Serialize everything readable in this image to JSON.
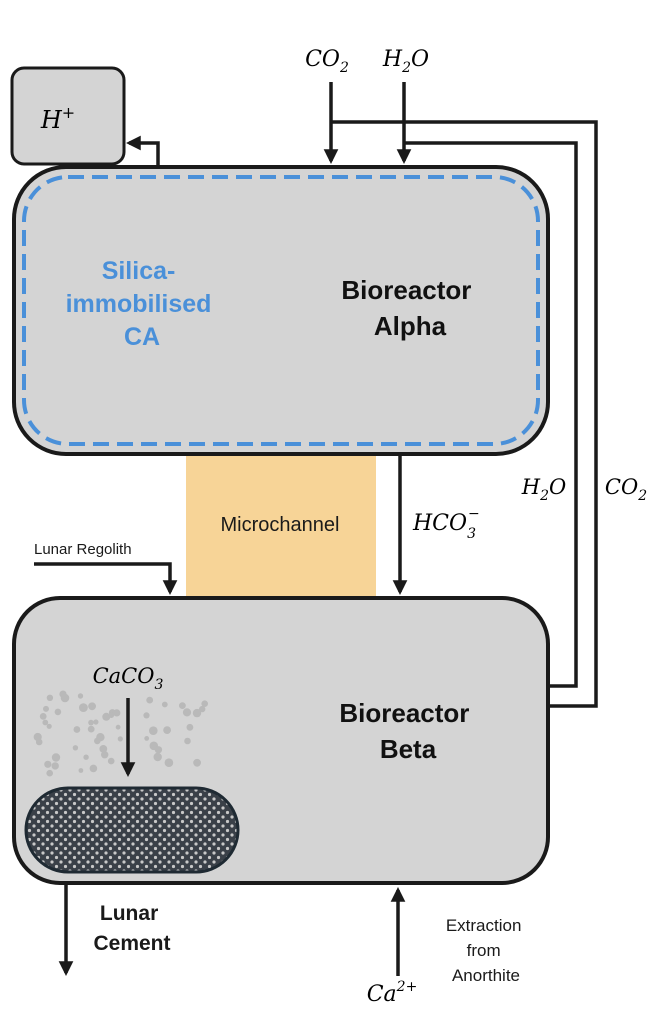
{
  "colors": {
    "reactor_fill": "#d4d4d4",
    "outline": "#1a1a1a",
    "immobilised_layer": "#4a90d9",
    "microchannel": "#f7d497",
    "cement_fill": "#3a4048",
    "particles": "#b9b9b9"
  },
  "nodes": {
    "hplus_box": {
      "label_main": "H",
      "label_sup": "+"
    },
    "bioreactor_alpha": {
      "line1": "Bioreactor",
      "line2": "Alpha"
    },
    "silica_ca": {
      "line1": "Silica-",
      "line2": "immobilised",
      "line3": "CA"
    },
    "microchannel": {
      "label": "Microchannel"
    },
    "bioreactor_beta": {
      "line1": "Bioreactor",
      "line2": "Beta"
    },
    "cement_deposit": {
      "icon": "packed-particles-icon"
    }
  },
  "inputs": {
    "co2_top": {
      "main": "CO",
      "sub": "2"
    },
    "h2o_top": {
      "main": "H",
      "sub": "2",
      "rest": "O"
    },
    "lunar_regolith": {
      "label": "Lunar Regolith"
    },
    "ca2plus": {
      "main": "Ca",
      "sup": "2+"
    },
    "extraction": {
      "line1": "Extraction",
      "line2": "from",
      "line3": "Anorthite"
    }
  },
  "flows": {
    "hco3": {
      "main": "HCO",
      "sub": "3",
      "sup": "−"
    },
    "caco3": {
      "main": "CaCO",
      "sub": "3"
    },
    "h2o_return": {
      "main": "H",
      "sub": "2",
      "rest": "O"
    },
    "co2_return": {
      "main": "CO",
      "sub": "2"
    }
  },
  "outputs": {
    "lunar_cement": {
      "line1": "Lunar",
      "line2": "Cement"
    }
  }
}
